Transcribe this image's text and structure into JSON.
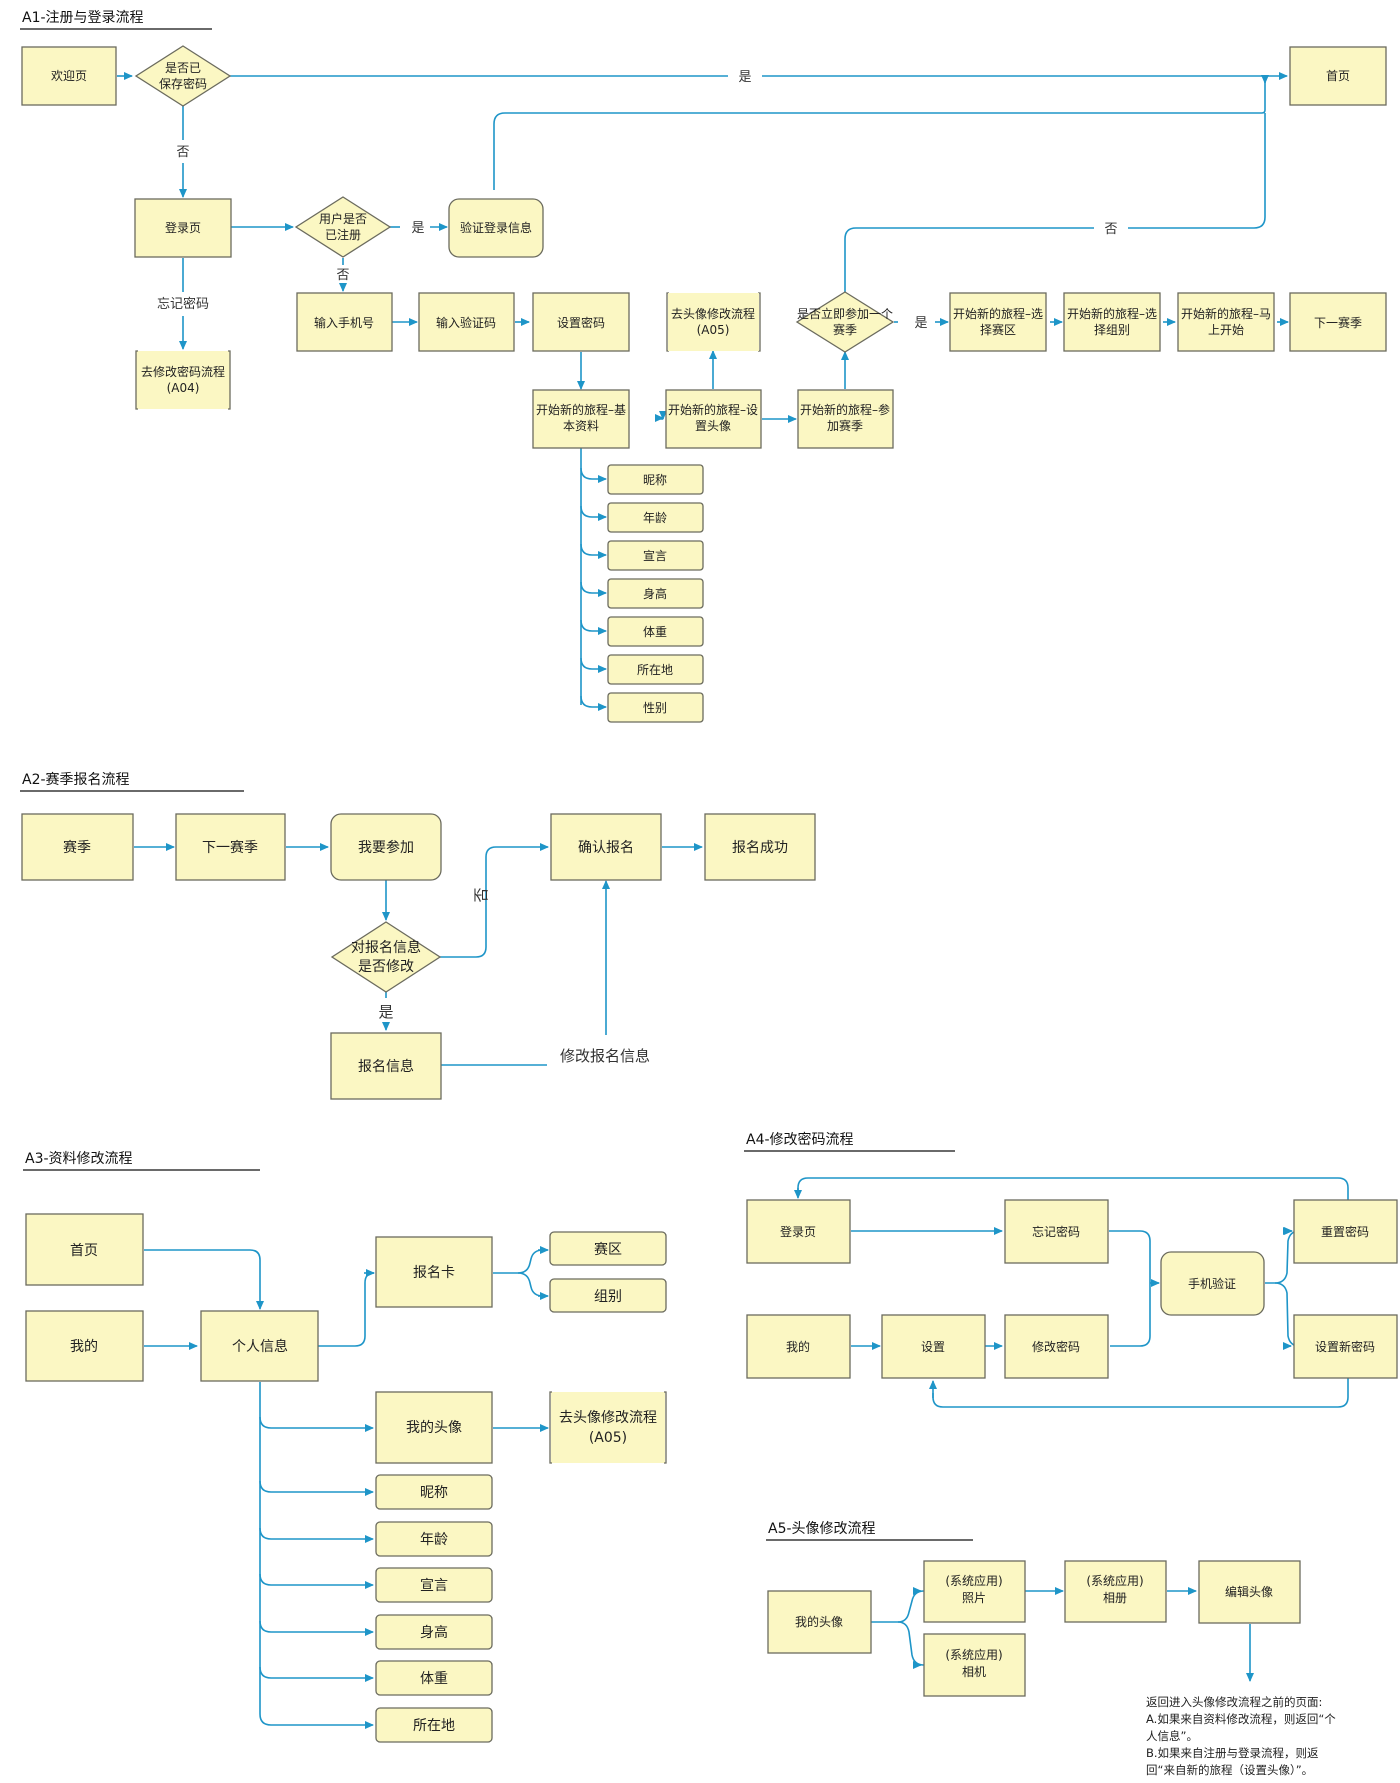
{
  "sections": {
    "a1": "A1-注册与登录流程",
    "a2": "A2-赛季报名流程",
    "a3": "A3-资料修改流程",
    "a4": "A4-修改密码流程",
    "a5": "A5-头像修改流程"
  },
  "a1": {
    "welcome": "欢迎页",
    "saved_pwd": [
      "是否已",
      "保存密码"
    ],
    "home": "首页",
    "login": "登录页",
    "registered": [
      "用户是否",
      "已注册"
    ],
    "verify": "验证登录信息",
    "forgot_pwd_goto": [
      "去修改密码流程",
      "(A04)"
    ],
    "phone": "输入手机号",
    "code": "输入验证码",
    "set_pwd": "设置密码",
    "avatar_goto": [
      "去头像修改流程",
      "(A05)"
    ],
    "join_now": [
      "是否立即参加一个",
      "赛季"
    ],
    "pick_zone": [
      "开始新的旅程–选",
      "择赛区"
    ],
    "pick_group": [
      "开始新的旅程–选",
      "择组别"
    ],
    "start_now": [
      "开始新的旅程–马",
      "上开始"
    ],
    "next_season": "下一赛季",
    "basic_info": [
      "开始新的旅程–基",
      "本资料"
    ],
    "set_avatar": [
      "开始新的旅程–设",
      "置头像"
    ],
    "join_season": [
      "开始新的旅程–参",
      "加赛季"
    ],
    "fields": [
      "昵称",
      "年龄",
      "宣言",
      "身高",
      "体重",
      "所在地",
      "性别"
    ],
    "yes": "是",
    "no": "否",
    "forgot": "忘记密码"
  },
  "a2": {
    "season": "赛季",
    "next_season": "下一赛季",
    "join": "我要参加",
    "confirm": "确认报名",
    "success": "报名成功",
    "modify_q": [
      "对报名信息",
      "是否修改"
    ],
    "info": "报名信息",
    "yes": "是",
    "no": "否",
    "modify_info": "修改报名信息"
  },
  "a3": {
    "home": "首页",
    "mine": "我的",
    "personal": "个人信息",
    "card": "报名卡",
    "zone": "赛区",
    "group": "组别",
    "my_avatar": "我的头像",
    "avatar_goto": [
      "去头像修改流程",
      "(A05)"
    ],
    "fields": [
      "昵称",
      "年龄",
      "宣言",
      "身高",
      "体重",
      "所在地"
    ]
  },
  "a4": {
    "login": "登录页",
    "forgot": "忘记密码",
    "reset": "重置密码",
    "phone_verify": "手机验证",
    "mine": "我的",
    "settings": "设置",
    "change_pwd": "修改密码",
    "new_pwd": "设置新密码"
  },
  "a5": {
    "my_avatar": "我的头像",
    "photos": [
      "(系统应用)",
      "照片"
    ],
    "album": [
      "(系统应用)",
      "相册"
    ],
    "camera": [
      "(系统应用)",
      "相机"
    ],
    "edit": "编辑头像",
    "note": [
      "返回进入头像修改流程之前的页面:",
      "A.如果来自资料修改流程，则返回“个",
      "人信息”。",
      "B.如果来自注册与登录流程，则返",
      "回“来自新的旅程（设置头像）”。"
    ]
  },
  "colors": {
    "node_fill": "#fbf7c3",
    "node_stroke": "#6b6b5e",
    "edge": "#1e95c8"
  }
}
